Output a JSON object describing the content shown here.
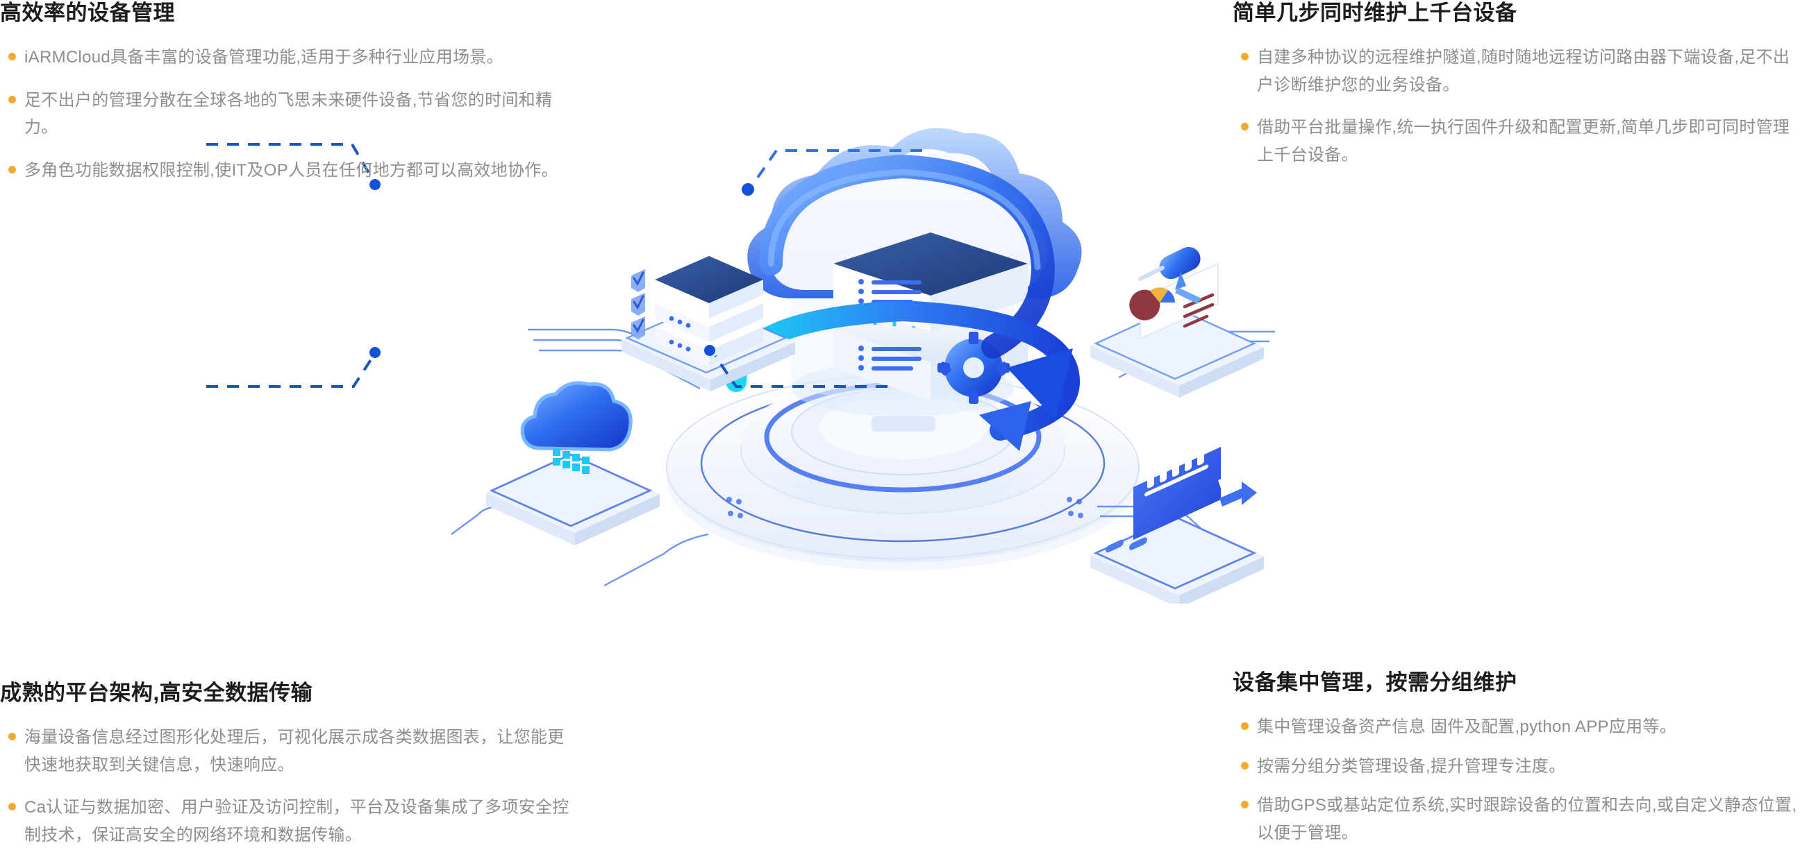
{
  "accent": {
    "bullet": "#f2a92f",
    "line": "#1b56b8",
    "dot": "#1352d8",
    "heading": "#1c1c1c",
    "body": "#8e8e8e"
  },
  "sections": {
    "top_left": {
      "heading": "高效率的设备管理",
      "bullets": [
        "iARMCloud具备丰富的设备管理功能,适用于多种行业应用场景。",
        "足不出户的管理分散在全球各地的飞思未来硬件设备,节省您的时间和精力。",
        "多角色功能数据权限控制,使IT及OP人员在任何地方都可以高效地协作。"
      ]
    },
    "top_right": {
      "heading": "简单几步同时维护上千台设备",
      "bullets": [
        "自建多种协议的远程维护隧道,随时随地远程访问路由器下端设备,足不出户诊断维护您的业务设备。",
        "借助平台批量操作,统一执行固件升级和配置更新,简单几步即可同时管理上千台设备。"
      ]
    },
    "bottom_left": {
      "heading": "成熟的平台架构,高安全数据传输",
      "bullets": [
        "海量设备信息经过图形化处理后，可视化展示成各类数据图表，让您能更快速地获取到关键信息，快速响应。",
        "Ca认证与数据加密、用户验证及访问控制，平台及设备集成了多项安全控制技术，保证高安全的网络环境和数据传输。"
      ]
    },
    "bottom_right": {
      "heading": "设备集中管理，按需分组维护",
      "bullets": [
        "集中管理设备资产信息 固件及配置,python APP应用等。",
        "按需分组分类管理设备,提升管理专注度。",
        "借助GPS或基站定位系统,实时跟踪设备的位置和去向,或自定义静态位置,以便于管理。"
      ]
    }
  },
  "illustration": {
    "center_label": "cloud-server-sync",
    "nodes": [
      {
        "name": "server-stack-checklist",
        "position": "upper-left"
      },
      {
        "name": "projector-report-screen",
        "position": "upper-right"
      },
      {
        "name": "cloud-device",
        "position": "lower-left"
      },
      {
        "name": "bar-chart-monitor",
        "position": "lower-right"
      }
    ]
  }
}
